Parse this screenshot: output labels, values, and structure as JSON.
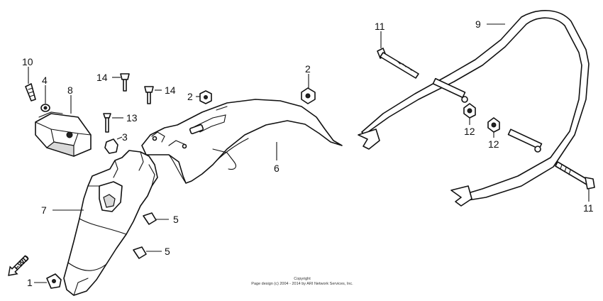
{
  "callouts": {
    "c1": "1",
    "c2a": "2",
    "c2b": "2",
    "c3": "3",
    "c4": "4",
    "c5a": "5",
    "c5b": "5",
    "c6": "6",
    "c7": "7",
    "c8": "8",
    "c9": "9",
    "c10": "10",
    "c11a": "11",
    "c11b": "11",
    "c12a": "12",
    "c12b": "12",
    "c13": "13",
    "c14a": "14",
    "c14b": "14"
  },
  "direction_label": "FWD",
  "footer": {
    "line1": "Copyright",
    "line2": "Page design (c) 2004 - 2014 by ARI Network Services, Inc."
  }
}
